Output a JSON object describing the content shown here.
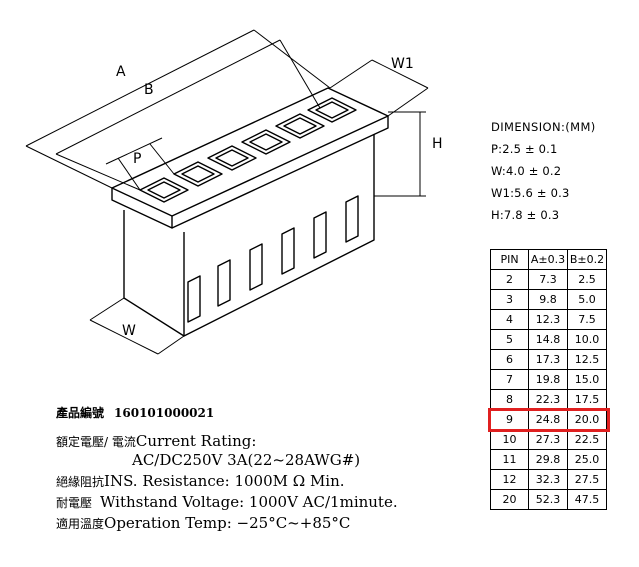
{
  "drawing": {
    "labels": {
      "A": "A",
      "B": "B",
      "P": "P",
      "W": "W",
      "W1": "W1",
      "H": "H"
    }
  },
  "dimensions": {
    "title": "DIMENSION:(MM)",
    "lines": [
      "P:2.5 ± 0.1",
      "W:4.0 ± 0.2",
      "W1:5.6 ± 0.3",
      "H:7.8 ± 0.3"
    ]
  },
  "pin_table": {
    "headers": [
      "PIN",
      "A±0.3",
      "B±0.2"
    ],
    "rows": [
      [
        "2",
        "7.3",
        "2.5"
      ],
      [
        "3",
        "9.8",
        "5.0"
      ],
      [
        "4",
        "12.3",
        "7.5"
      ],
      [
        "5",
        "14.8",
        "10.0"
      ],
      [
        "6",
        "17.3",
        "12.5"
      ],
      [
        "7",
        "19.8",
        "15.0"
      ],
      [
        "8",
        "22.3",
        "17.5"
      ],
      [
        "9",
        "24.8",
        "20.0"
      ],
      [
        "10",
        "27.3",
        "22.5"
      ],
      [
        "11",
        "29.8",
        "25.0"
      ],
      [
        "12",
        "32.3",
        "27.5"
      ],
      [
        "20",
        "52.3",
        "47.5"
      ]
    ],
    "highlight_row": 7,
    "highlight_color": "#e02020"
  },
  "specs": {
    "part_label": "產品編號",
    "part_number": "160101000021",
    "rating_label": "額定電壓/ 電流",
    "rating_en": "Current  Rating:",
    "rating_value": "AC/DC250V  3A(22~28AWG#)",
    "ins_label": "絕緣阻抗",
    "ins_en": "INS. Resistance: 1000M Ω Min.",
    "withstand_label": "耐電壓",
    "withstand_en": "Withstand  Voltage: 1000V  AC/1minute.",
    "temp_label": "適用溫度",
    "temp_en": "Operation  Temp: −25°C~+85°C"
  }
}
